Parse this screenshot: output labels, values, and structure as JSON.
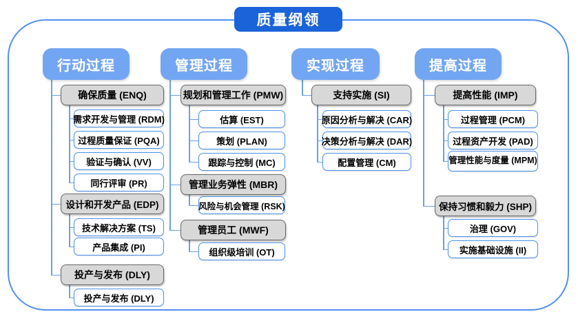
{
  "title": "质量纲领",
  "columns": [
    {
      "header": "行动过程",
      "groups": [
        {
          "label": "确保质量 (ENQ)",
          "children": [
            "需求开发与管理 (RDM)",
            "过程质量保证 (PQA)",
            "验证与确认 (VV)",
            "同行评审 (PR)"
          ]
        },
        {
          "label": "设计和开发产品 (EDP)",
          "children": [
            "技术解决方案 (TS)",
            "产品集成 (PI)"
          ]
        },
        {
          "label": "投产与发布 (DLY)",
          "children": [
            "投产与发布 (DLY)"
          ]
        }
      ]
    },
    {
      "header": "管理过程",
      "groups": [
        {
          "label": "规划和管理工作 (PMW)",
          "children": [
            "估算 (EST)",
            "策划 (PLAN)",
            "跟踪与控制 (MC)"
          ]
        },
        {
          "label": "管理业务弹性 (MBR)",
          "children": [
            "风险与机会管理 (RSK)"
          ]
        },
        {
          "label": "管理员工 (MWF)",
          "children": [
            "组织级培训 (OT)"
          ]
        }
      ]
    },
    {
      "header": "实现过程",
      "groups": [
        {
          "label": "支持实施 (SI)",
          "children": [
            "原因分析与解决 (CAR)",
            "决策分析与解决 (DAR)",
            "配置管理 (CM)"
          ]
        }
      ]
    },
    {
      "header": "提高过程",
      "groups": [
        {
          "label": "提高性能 (IMP)",
          "children": [
            "过程管理 (PCM)",
            "过程资产开发 (PAD)",
            "管理性能与度量 (MPM)"
          ]
        },
        {
          "label": "保持习惯和毅力 (SHP)",
          "children": [
            "治理 (GOV)",
            "实施基础设施 (II)"
          ]
        }
      ]
    }
  ],
  "colors": {
    "title_bg": "#1b63d8",
    "header_bg": "#73a6f2",
    "gray_fill": "#d8d8d8",
    "gray_border": "#666666",
    "node_border": "#4a8fe8",
    "line": "#6b9fe4",
    "frame_border": "#4f90ee"
  }
}
